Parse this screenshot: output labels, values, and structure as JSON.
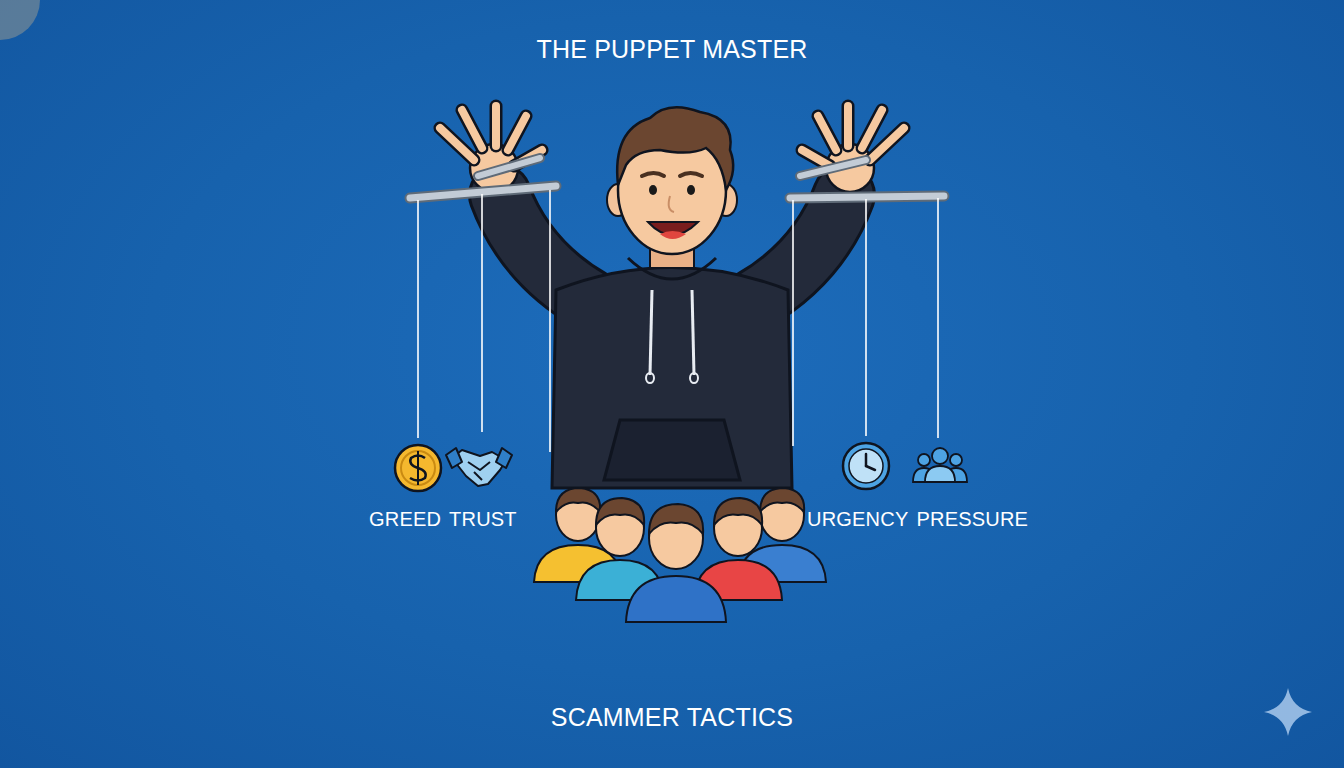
{
  "diagram": {
    "title": "THE PUPPET MASTER",
    "caption": "SCAMMER TACTICS",
    "labels": [
      "GREED",
      "TRUST",
      "URGENCY",
      "PRESSURE"
    ]
  }
}
